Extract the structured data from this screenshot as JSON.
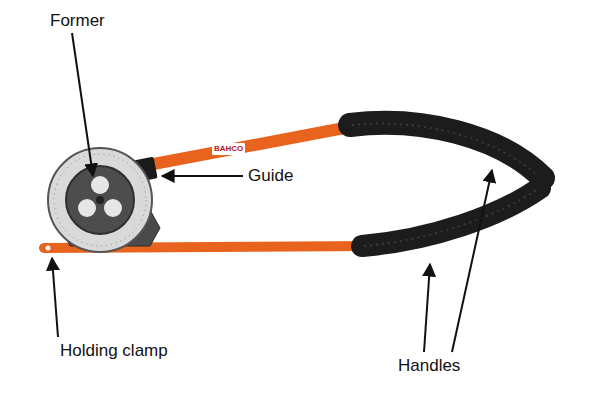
{
  "diagram": {
    "labels": [
      "Former",
      "Guide",
      "Holding clamp",
      "Handles",
      "BAHCO"
    ]
  }
}
